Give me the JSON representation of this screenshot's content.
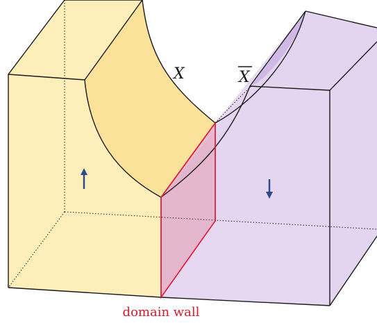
{
  "labels": {
    "surface_x": "X",
    "surface_xbar": "X",
    "wall": "domain wall"
  },
  "arrows": {
    "left_region": "up-arrow-icon",
    "right_region": "down-arrow-icon"
  },
  "colors": {
    "left_region_fill": "#fdeeba",
    "left_surface_fill": "#fbe29a",
    "right_region_fill": "#e3d4ef",
    "right_surface_fill": "#cdb4e2",
    "wall_fill": "#e3b1c8",
    "wall_stroke": "#e01a3c",
    "wall_label": "#d41d2c",
    "arrow": "#2f4a8a",
    "outline": "#1a1a1a"
  }
}
